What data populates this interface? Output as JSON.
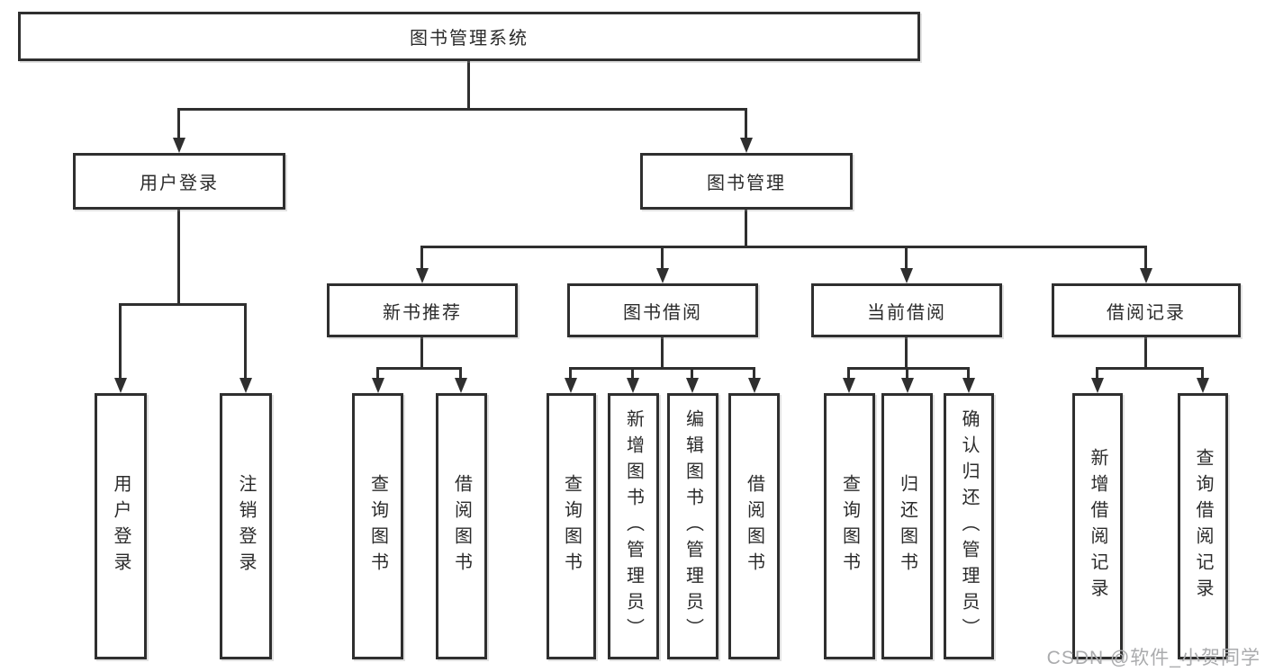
{
  "tree": {
    "root": {
      "label": "图书管理系统"
    },
    "children": [
      {
        "label": "用户登录",
        "children": [
          {
            "label": "用户登录"
          },
          {
            "label": "注销登录"
          }
        ]
      },
      {
        "label": "图书管理",
        "children": [
          {
            "label": "新书推荐",
            "children": [
              {
                "label": "查询图书"
              },
              {
                "label": "借阅图书"
              }
            ]
          },
          {
            "label": "图书借阅",
            "children": [
              {
                "label": "查询图书"
              },
              {
                "label": "新增图书（管理员）"
              },
              {
                "label": "编辑图书（管理员）"
              },
              {
                "label": "借阅图书"
              }
            ]
          },
          {
            "label": "当前借阅",
            "children": [
              {
                "label": "查询图书"
              },
              {
                "label": "归还图书"
              },
              {
                "label": "确认归还（管理员）"
              }
            ]
          },
          {
            "label": "借阅记录",
            "children": [
              {
                "label": "新增借阅记录"
              },
              {
                "label": "查询借阅记录"
              }
            ]
          }
        ]
      }
    ]
  },
  "watermark": {
    "text": "CSDN @软件_小贺同学"
  },
  "colors": {
    "line": "#2f2f2f",
    "text": "#2b2b2b",
    "watermark": "#aaabad",
    "background": "#ffffff"
  }
}
